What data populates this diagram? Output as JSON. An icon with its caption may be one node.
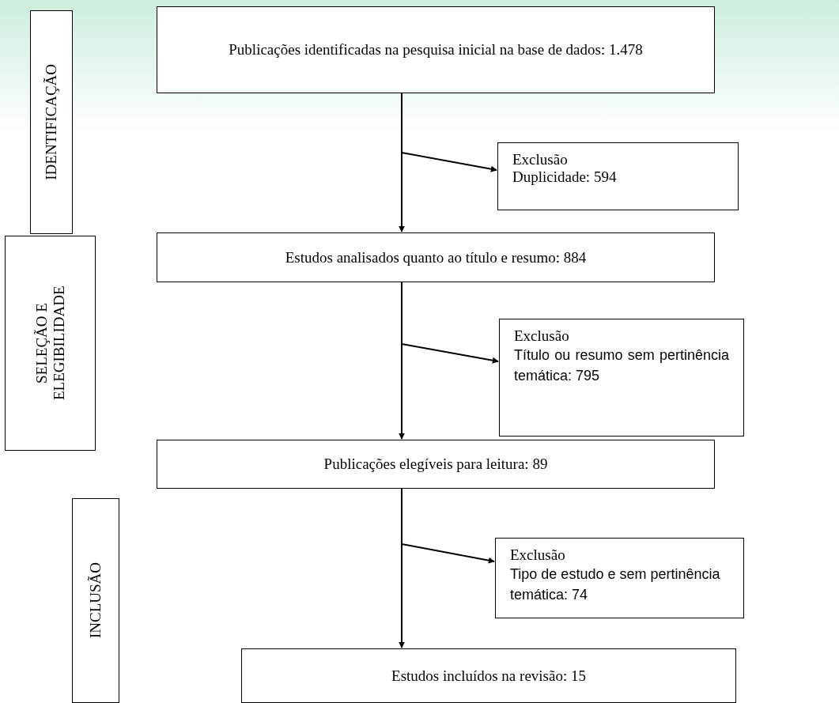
{
  "diagram": {
    "nodes": [
      {
        "text": [
          "IDENTIFICAÇÃO"
        ]
      },
      {
        "text": [
          "Publicações identificadas na pesquisa inicial na base de dados: 1.478"
        ]
      },
      {
        "text": [
          "Exclusão",
          "Duplicidade: 594"
        ]
      },
      {
        "text": [
          "SELEÇÃO E ELEGIBILIDADE"
        ]
      },
      {
        "text": [
          "Estudos analisados quanto ao título e resumo: 884"
        ]
      },
      {
        "text": [
          "Exclusão",
          "Título ou resumo sem pertinência temática: 795"
        ]
      },
      {
        "text": [
          "Publicações elegíveis para leitura: 89"
        ]
      },
      {
        "text": [
          "INCLUSÃO"
        ]
      },
      {
        "text": [
          "Exclusão",
          "Tipo de estudo e sem pertinência temática: 74"
        ]
      },
      {
        "text": [
          "Estudos incluídos na revisão: 15"
        ]
      }
    ],
    "edges": [
      {
        "from": 1,
        "to": 4,
        "arrow": "to"
      },
      {
        "from": 1,
        "to": 2,
        "arrow": "to"
      },
      {
        "from": 4,
        "to": 6,
        "arrow": "to"
      },
      {
        "from": 4,
        "to": 5,
        "arrow": "to"
      },
      {
        "from": 6,
        "to": 9,
        "arrow": "to"
      },
      {
        "from": 6,
        "to": 8,
        "arrow": "to"
      }
    ]
  }
}
